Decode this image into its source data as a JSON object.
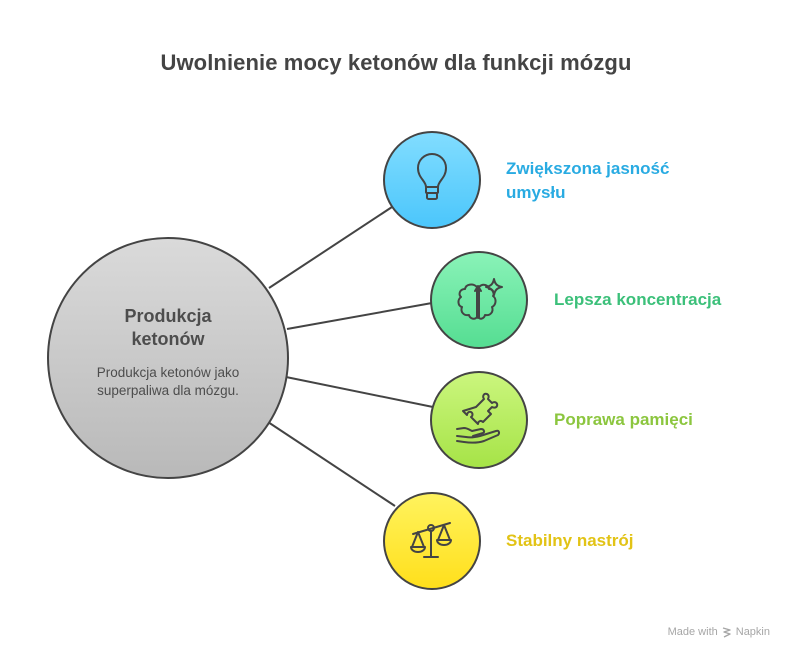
{
  "title": "Uwolnienie mocy ketonów dla funkcji mózgu",
  "center": {
    "title_line1": "Produkcja",
    "title_line2": "ketonów",
    "desc_line1": "Produkcja ketonów jako",
    "desc_line2": "superpaliwa dla mózgu.",
    "color_top": "#d9d9d9",
    "color_bottom": "#b8b8b8"
  },
  "branches": [
    {
      "label_line1": "Zwiększona jasność",
      "label_line2": "umysłu",
      "icon": "lightbulb-icon",
      "color": "#29abe2",
      "fill_top": "#7fdcff",
      "fill_bottom": "#4cc7fb"
    },
    {
      "label_line1": "Lepsza koncentracja",
      "label_line2": "",
      "icon": "brain-sparkle-icon",
      "color": "#3cc07a",
      "fill_top": "#86f2b5",
      "fill_bottom": "#56de93"
    },
    {
      "label_line1": "Poprawa pamięci",
      "label_line2": "",
      "icon": "puzzle-hand-icon",
      "color": "#8cc63f",
      "fill_top": "#c7f57a",
      "fill_bottom": "#a8e44a"
    },
    {
      "label_line1": "Stabilny nastrój",
      "label_line2": "",
      "icon": "balance-scale-icon",
      "color": "#e2c316",
      "fill_top": "#fff25a",
      "fill_bottom": "#ffe01e"
    }
  ],
  "footer": {
    "made_with": "Made with",
    "brand": "Napkin"
  }
}
